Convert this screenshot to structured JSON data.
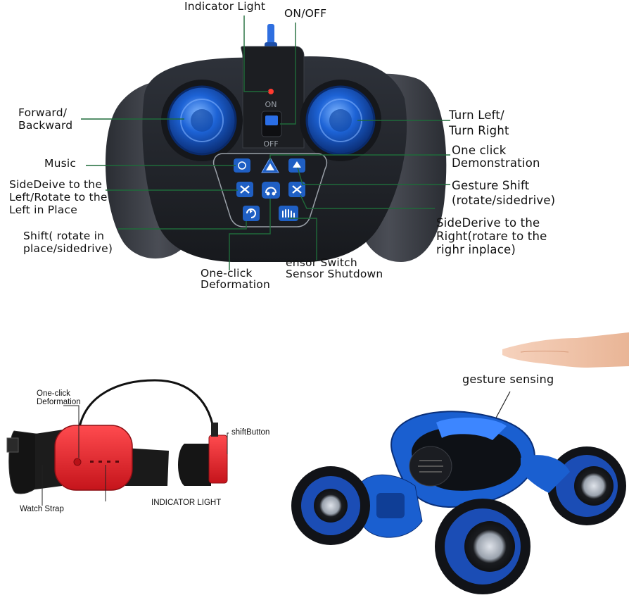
{
  "remote_labels": {
    "indicator_light": "Indicator Light",
    "on_off": "ON/OFF",
    "forward_backward": [
      "Forward/",
      "Backward"
    ],
    "turn": [
      "Turn Left/",
      "Turn Right"
    ],
    "music": "Music",
    "one_click_demo": [
      "One click",
      "Demonstration"
    ],
    "sidedrive_left": [
      "SideDeive to the",
      "Left/Rotate to the",
      "Left in Place"
    ],
    "gesture_shift": [
      "Gesture Shift",
      "(rotate/sidedrive)"
    ],
    "shift": [
      "Shift( rotate in",
      "place/sidedrive)"
    ],
    "sidedrive_right": [
      "SideDerive to the",
      "Right(rotare to the",
      "righr inplace)"
    ],
    "one_click_deformation": [
      "One-click",
      "Deformation"
    ],
    "sensor": [
      "ensor Switch",
      "Sensor Shutdown"
    ]
  },
  "switch_marks": {
    "on": "ON",
    "off": "OFF"
  },
  "watch_labels": {
    "deformation": [
      "One-click",
      "Deformation"
    ],
    "shift_button": "shiftButton",
    "watch_strap": "Watch Strap",
    "indicator_light": "INDICATOR LIGHT"
  },
  "car_labels": {
    "gesture_sensing": "gesture sensing"
  },
  "colors": {
    "remote_body": "#23262d",
    "grip": "#3a3d44",
    "joystick_blue": "#1d63d6",
    "button_blue": "#1f5fc4",
    "watch_red": "#e4252b",
    "leader_green": "#1f6b3a",
    "car_blue": "#1a5fd0"
  },
  "icons": [
    "joystick-icon",
    "music-icon",
    "demo-icon",
    "gesture-icon",
    "sidedrive-left-icon",
    "deformation-icon",
    "sidedrive-right-icon",
    "shift-icon",
    "sensor-hand-icon",
    "hand-icon",
    "watch-icon",
    "stunt-car-icon"
  ]
}
